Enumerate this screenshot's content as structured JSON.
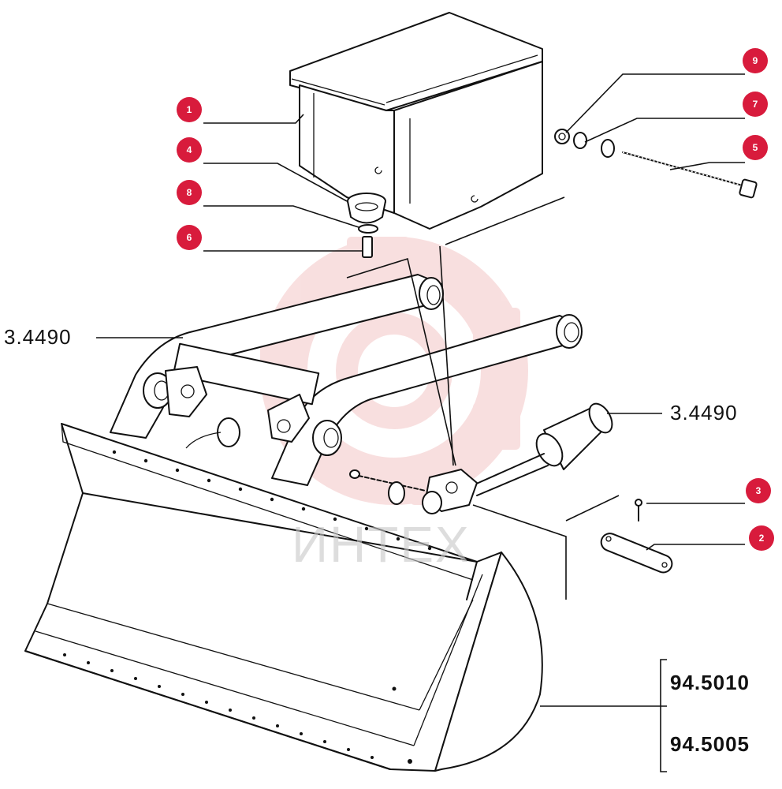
{
  "callouts": [
    "1",
    "4",
    "8",
    "6",
    "9",
    "7",
    "5",
    "3",
    "2"
  ],
  "references": {
    "left_assembly": "3.4490",
    "right_cylinder": "3.4490",
    "bucket_a": "94.5010",
    "bucket_b": "94.5005"
  },
  "watermark": "ИНТЕХ",
  "colors": {
    "badge": "#d81b3c",
    "line": "#111111",
    "watermark_gear": "#f4c6c6",
    "watermark_text": "#c8c8c8"
  }
}
